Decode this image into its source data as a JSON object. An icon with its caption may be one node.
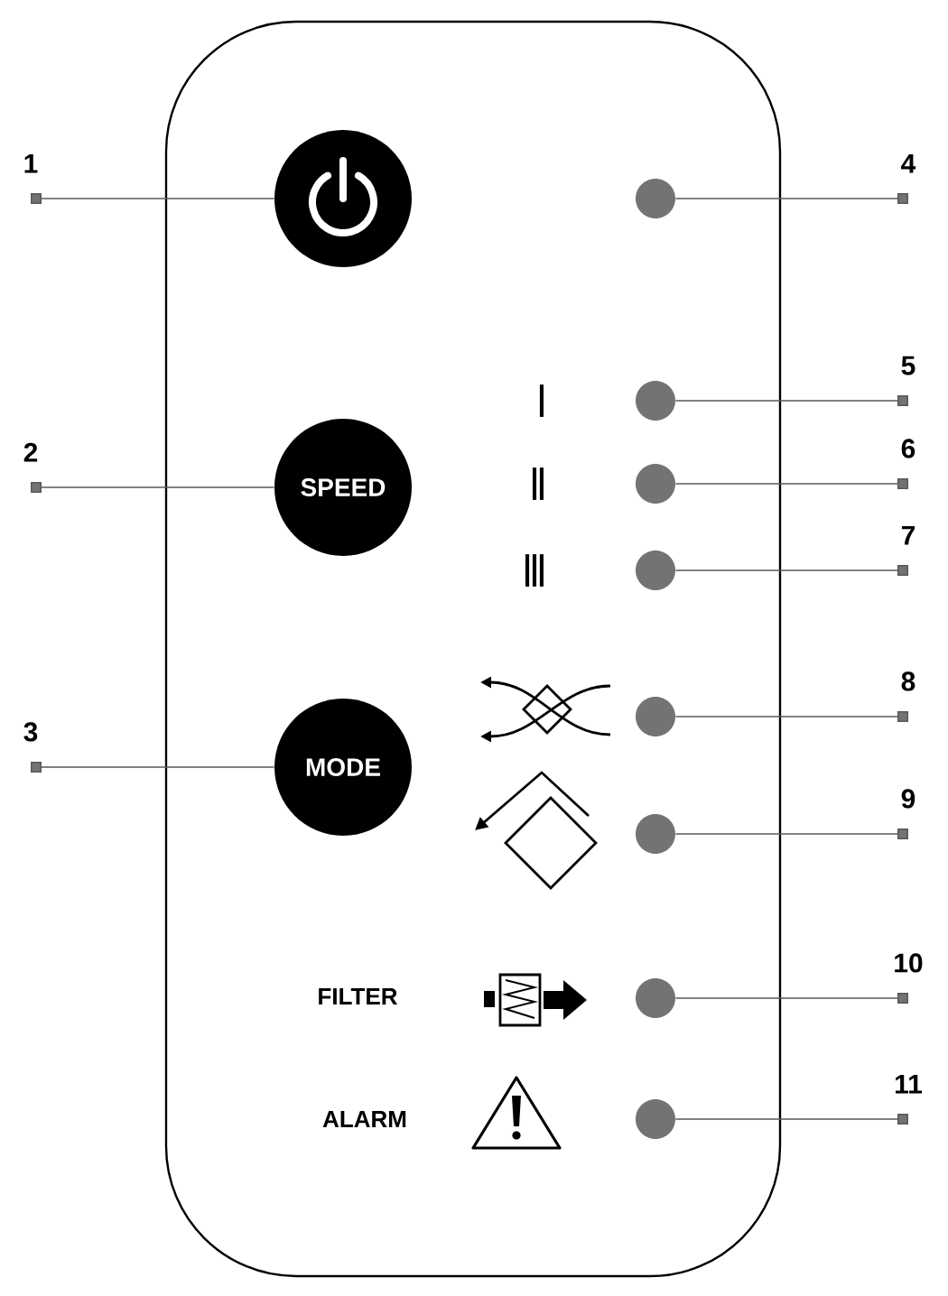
{
  "diagram": {
    "nodes": [
      {
        "text": [
          "1"
        ]
      },
      {
        "text": [],
        "shape": "circle"
      },
      {
        "text": [],
        "shape": "circle"
      },
      {
        "text": [
          "4"
        ]
      },
      {
        "text": [
          "2"
        ]
      },
      {
        "text": [
          "SPEED"
        ]
      },
      {
        "text": [
          "5"
        ]
      },
      {
        "text": [],
        "shape": "circle"
      },
      {
        "text": [
          "6"
        ]
      },
      {
        "text": [],
        "shape": "circle"
      },
      {
        "text": [
          "7"
        ]
      },
      {
        "text": [],
        "shape": "circle"
      },
      {
        "text": [
          "3"
        ]
      },
      {
        "text": [
          "MODE"
        ]
      },
      {
        "text": [
          "8"
        ]
      },
      {
        "text": [],
        "shape": "circle"
      },
      {
        "text": [
          "9"
        ]
      },
      {
        "text": [],
        "shape": "circle"
      },
      {
        "text": [
          "10"
        ]
      },
      {
        "text": [],
        "shape": "circle"
      },
      {
        "text": [
          "11"
        ]
      },
      {
        "text": [],
        "shape": "circle"
      }
    ],
    "edges": [
      {
        "from": 0,
        "to": 1,
        "arrow": "other"
      },
      {
        "from": 3,
        "to": 2,
        "arrow": "other"
      },
      {
        "from": 4,
        "to": 5,
        "arrow": "other"
      },
      {
        "from": 6,
        "to": 7,
        "arrow": "other"
      },
      {
        "from": 8,
        "to": 9,
        "arrow": "other"
      },
      {
        "from": 10,
        "to": 11,
        "arrow": "other"
      },
      {
        "from": 12,
        "to": 13,
        "arrow": "other"
      },
      {
        "from": 14,
        "to": 15,
        "arrow": "other"
      },
      {
        "from": 16,
        "to": 17,
        "arrow": "other"
      },
      {
        "from": 18,
        "to": 19,
        "arrow": "other"
      },
      {
        "from": 20,
        "to": 21,
        "arrow": "other"
      }
    ],
    "labels": [
      "I",
      "II",
      "III",
      "FILTER",
      "ALARM"
    ]
  }
}
